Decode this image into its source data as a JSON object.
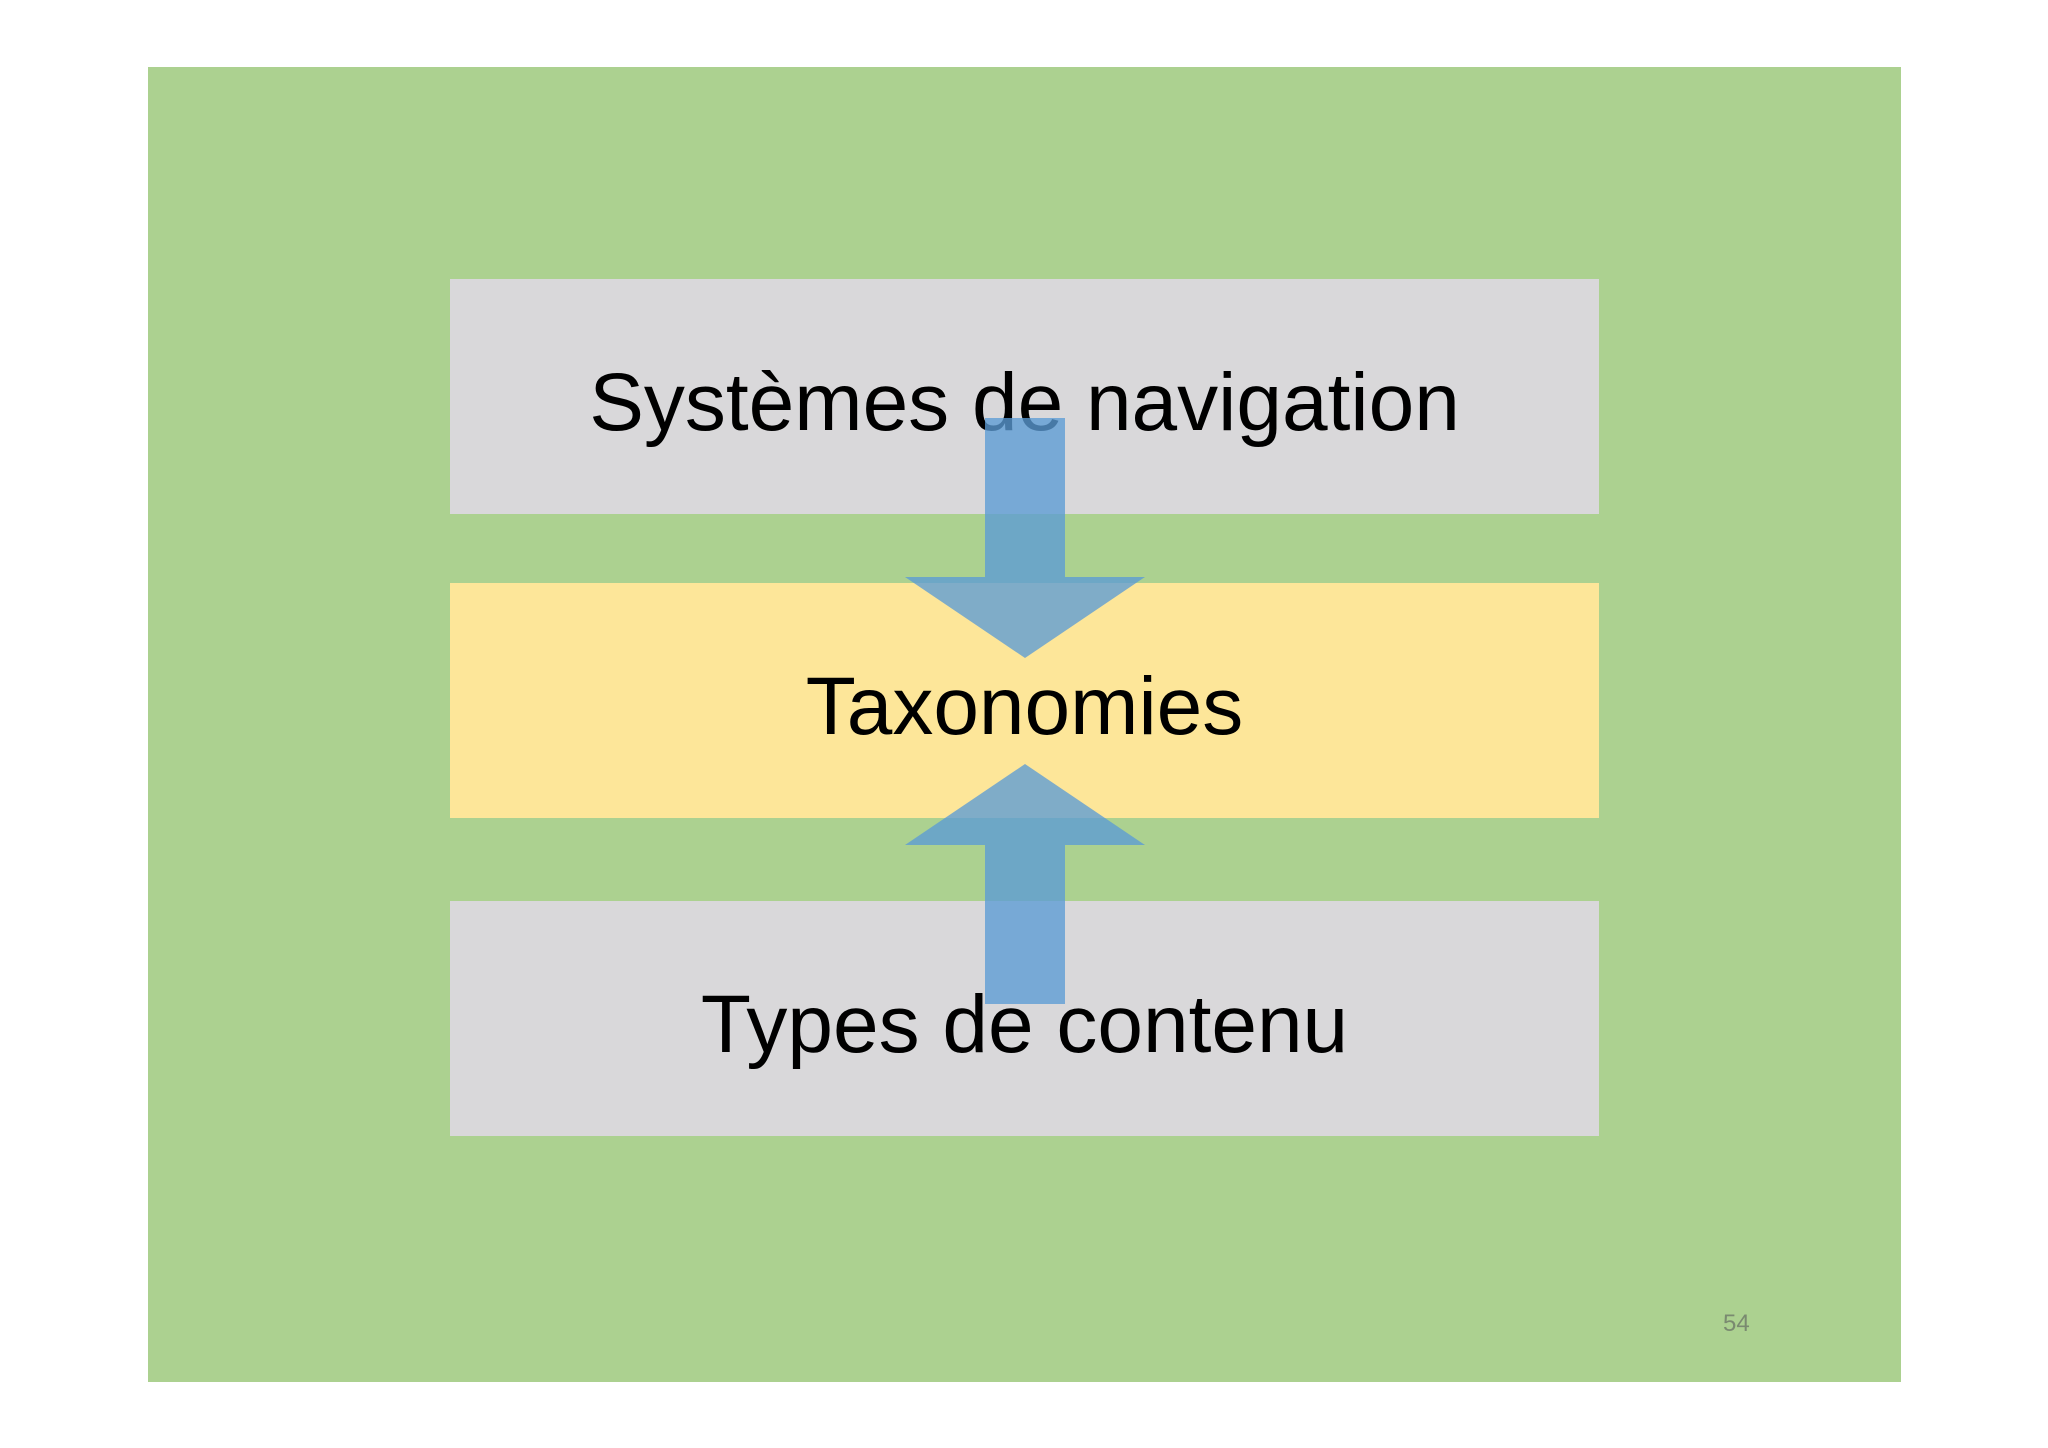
{
  "diagram": {
    "layers": [
      {
        "label": "Systèmes de navigation"
      },
      {
        "label": "Taxonomies"
      },
      {
        "label": "Types de contenu"
      }
    ],
    "arrows": [
      {
        "from": "Systèmes de navigation",
        "to": "Taxonomies",
        "direction": "down"
      },
      {
        "from": "Types de contenu",
        "to": "Taxonomies",
        "direction": "up"
      }
    ]
  },
  "page_number": "54",
  "colors": {
    "slide_background": "#acd190",
    "outer_layer": "#d9d8da",
    "middle_layer": "#fde699",
    "arrow": "#5b9bd5",
    "text": "#000000"
  }
}
